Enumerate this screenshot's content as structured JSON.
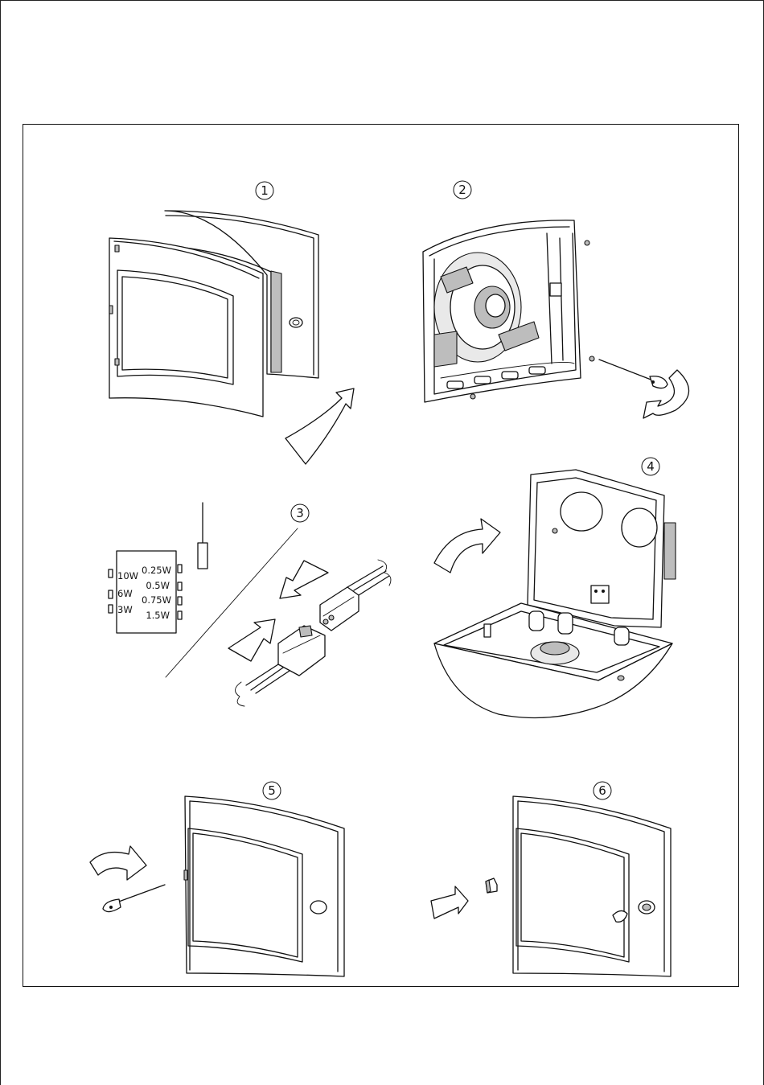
{
  "steps": [
    {
      "number": "1"
    },
    {
      "number": "2"
    },
    {
      "number": "3"
    },
    {
      "number": "4"
    },
    {
      "number": "5"
    },
    {
      "number": "6"
    }
  ],
  "power_table": {
    "left_labels": [
      "10W",
      "6W",
      "3W"
    ],
    "right_labels": [
      "0.25W",
      "0.5W",
      "0.75W",
      "1.5W"
    ]
  }
}
